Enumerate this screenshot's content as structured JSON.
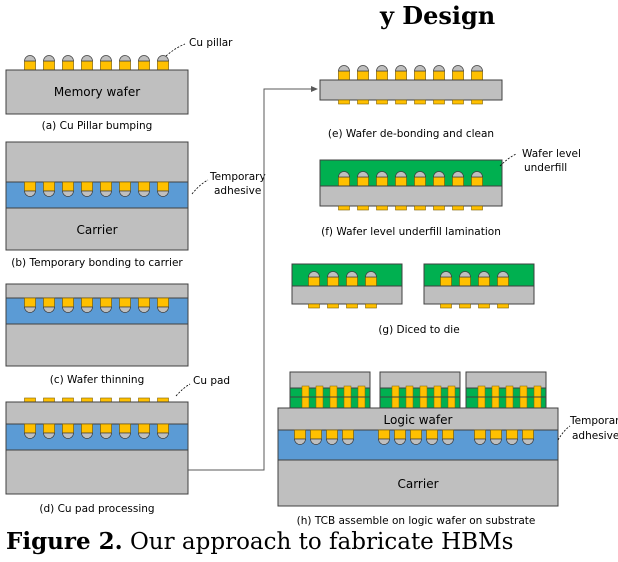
{
  "top_title_fragment": "y Design",
  "labels": {
    "cu_pillar": "Cu pillar",
    "memory_wafer": "Memory wafer",
    "step_a": "(a) Cu Pillar bumping",
    "temporary": "Temporary",
    "adhesive": "adhesive",
    "carrier": "Carrier",
    "step_b": "(b) Temporary bonding to carrier",
    "step_c": "(c) Wafer thinning",
    "cu_pad": "Cu pad",
    "step_d": "(d) Cu pad processing",
    "step_e": "(e) Wafer de-bonding and clean",
    "wafer_level": "Wafer level",
    "underfill": "underfill",
    "step_f": "(f) Wafer level underfill lamination",
    "step_g": "(g) Diced to die",
    "logic_wafer": "Logic wafer",
    "carrier_h": "Carrier",
    "step_h": "(h) TCB assemble on logic wafer on substrate"
  },
  "caption": {
    "figure": "Figure 2.",
    "text": "Our approach to fabricate HBMs"
  },
  "colors": {
    "wafer_gray": "#bfbfbf",
    "adhesive_blue": "#5b9bd5",
    "underfill_green": "#00b050",
    "copper": "#ffc000"
  }
}
